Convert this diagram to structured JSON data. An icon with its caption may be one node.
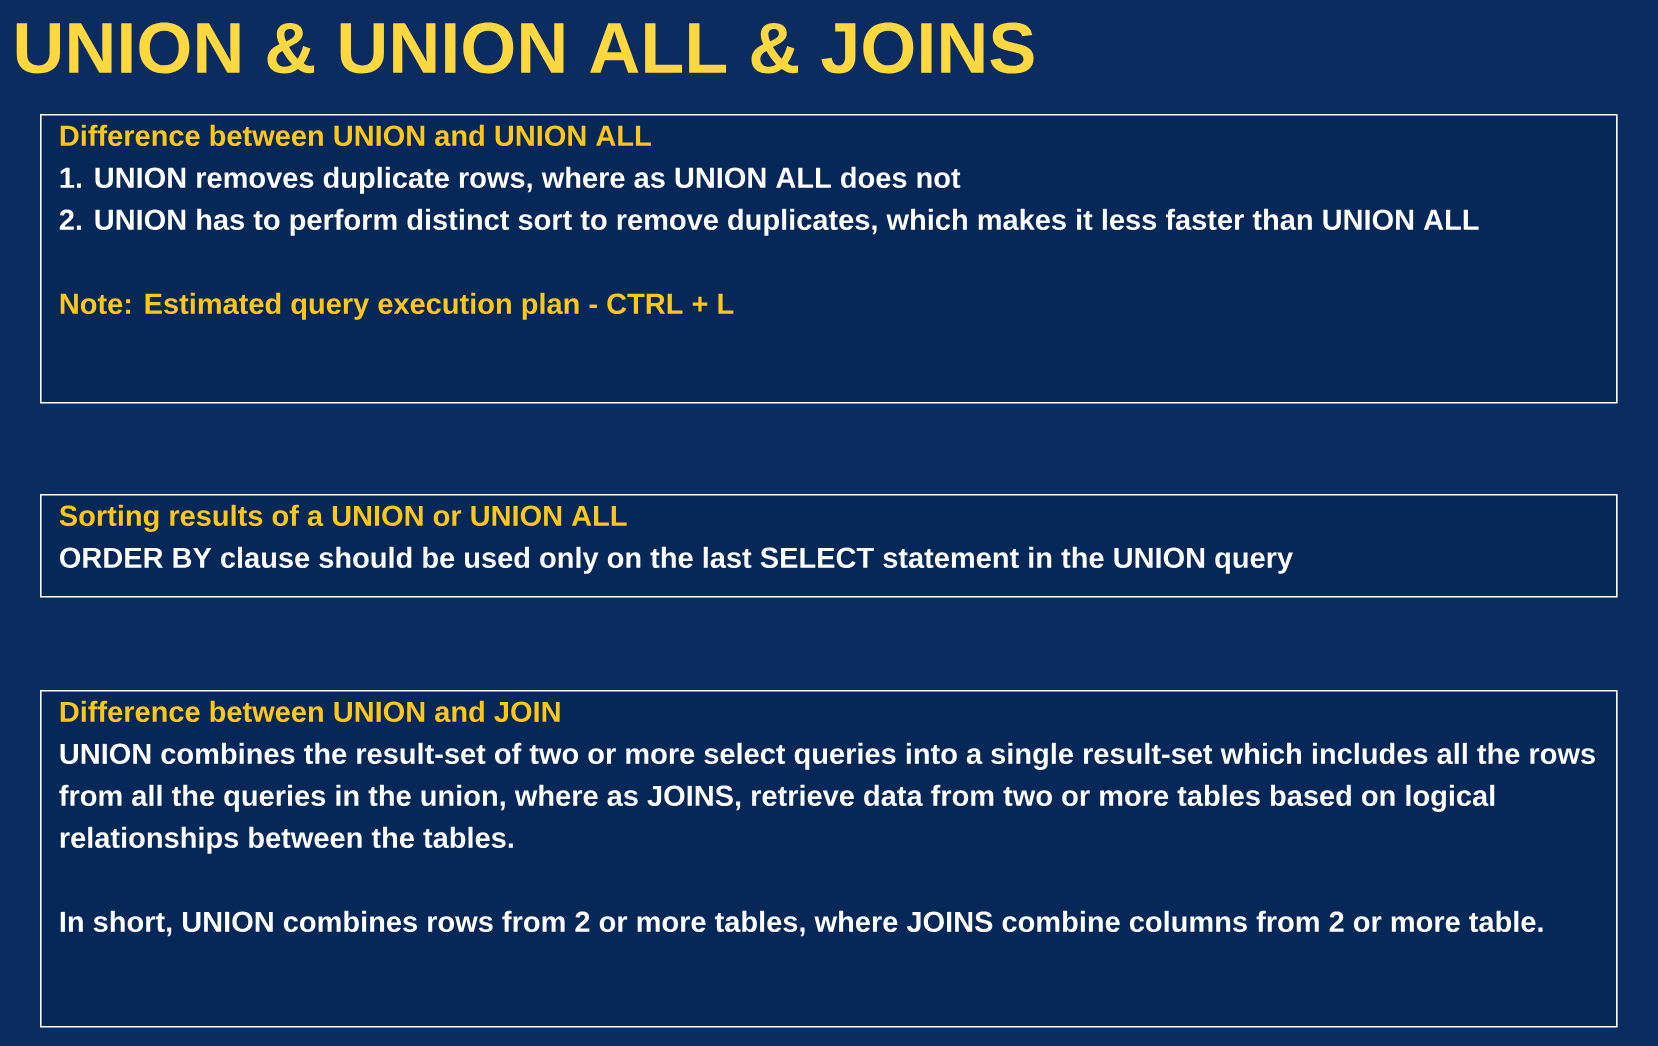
{
  "diagram": {
    "title": "UNION & UNION ALL & JOINS",
    "nodes": [
      {
        "text": [
          "Difference between UNION and UNION ALL",
          "1. UNION removes duplicate rows, where as UNION ALL does not",
          "2. UNION has to perform distinct sort to remove duplicates, which makes it less faster than UNION ALL",
          "Note: Estimated query execution plan - CTRL + L"
        ]
      },
      {
        "text": [
          "Sorting results of a UNION or UNION ALL",
          "ORDER BY clause should be used only on the last SELECT statement in the UNION query"
        ]
      },
      {
        "text": [
          "Difference between UNION and JOIN",
          "UNION combines the result-set of two or more select queries into a single result-set which includes all the rows from all the queries in the union, where as JOINS, retrieve data from two or more tables based on logical relationships between the tables.",
          "In short, UNION combines rows from 2 or more tables, where JOINS combine columns from 2 or more table."
        ]
      }
    ],
    "edges": []
  }
}
